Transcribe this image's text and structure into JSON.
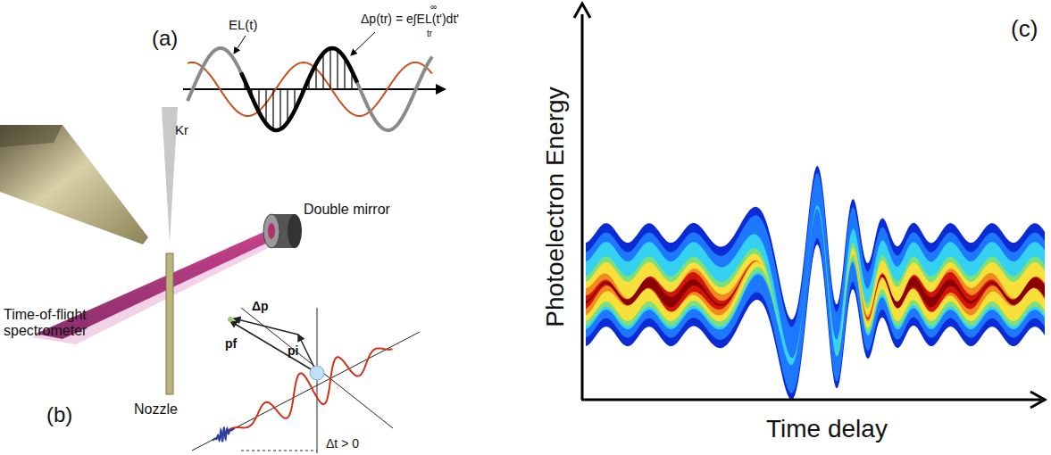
{
  "diagram": {
    "labels": [
      "(a)",
      "EL(t)",
      "Δp(tr) = e∫EL(t')dt'",
      "∞",
      "tr",
      "Kr",
      "Double mirror",
      "Time-of-flight spectrometer",
      "Nozzle",
      "(b)",
      "Δp",
      "pf",
      "pi",
      "Δt > 0",
      "(c)",
      "Photoelectron Energy",
      "Time delay"
    ]
  }
}
